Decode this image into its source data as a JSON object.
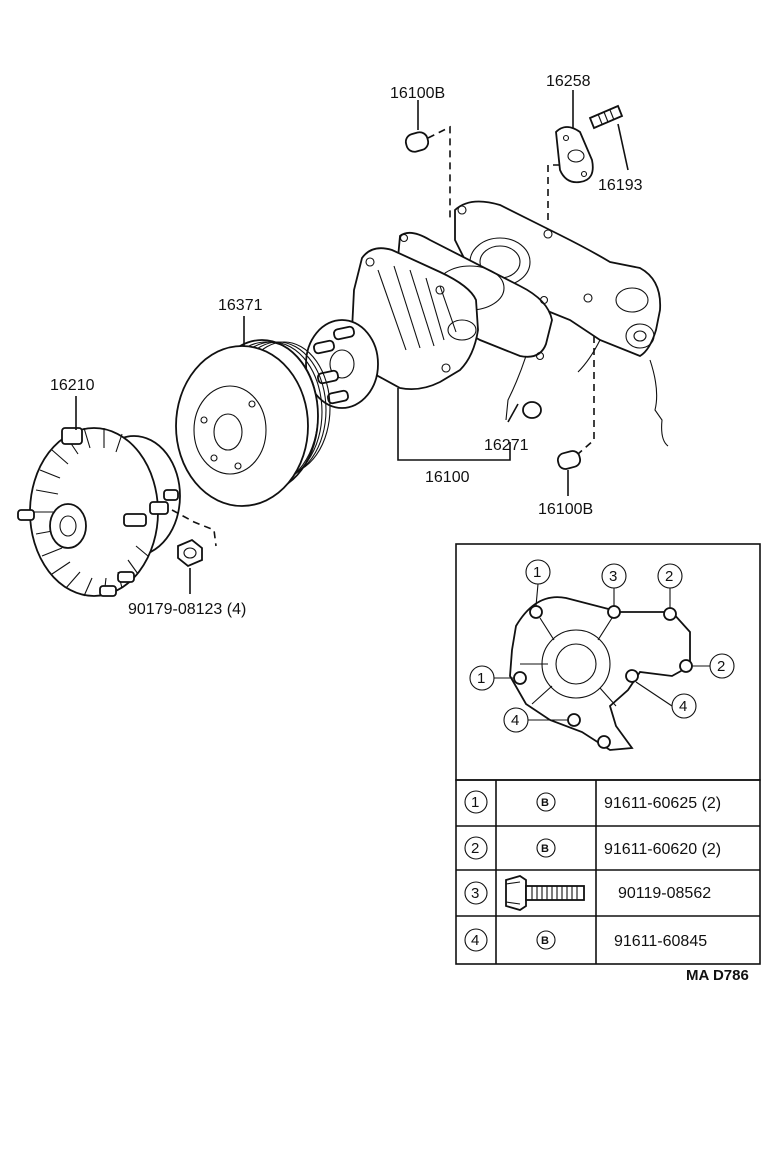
{
  "parts": {
    "upper_left_plug": "16100B",
    "gasket_top": "16258",
    "stud": "16193",
    "pulley": "16371",
    "fan_clutch": "16210",
    "gasket": "16271",
    "water_pump": "16100",
    "lower_plug": "16100B",
    "nut": "90179-08123 (4)"
  },
  "detail": {
    "callouts": [
      "1",
      "3",
      "2",
      "1",
      "2",
      "4",
      "4"
    ]
  },
  "table": {
    "rows": [
      {
        "index": "1",
        "symbol": "B",
        "part": "91611-60625 (2)"
      },
      {
        "index": "2",
        "symbol": "B",
        "part": "91611-60620 (2)"
      },
      {
        "index": "3",
        "symbol": "bolt-icon",
        "part": "90119-08562"
      },
      {
        "index": "4",
        "symbol": "B",
        "part": "91611-60845"
      }
    ]
  },
  "figure_ref": "MA D786"
}
